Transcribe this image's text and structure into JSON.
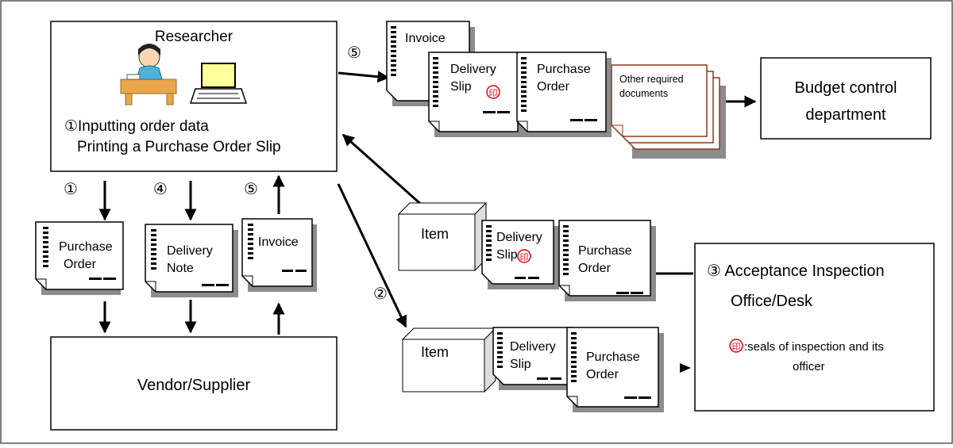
{
  "researcher": {
    "title": "Researcher",
    "step1_text": "①Inputting order data",
    "step1_text2": "Printing a Purchase Order Slip"
  },
  "vendor": {
    "label": "Vendor/Supplier"
  },
  "budget": {
    "line1": "Budget control",
    "line2": "department"
  },
  "acceptance": {
    "line1": "③  Acceptance Inspection",
    "line2": "Office/Desk",
    "seal_note_1": ":seals of inspection and its",
    "seal_note_2": "officer"
  },
  "step_numbers": {
    "one": "①",
    "two": "②",
    "four": "④",
    "five": "⑤"
  },
  "docs": {
    "purchase_order_1": "Purchase",
    "purchase_order_2": "Order",
    "delivery_note_1": "Delivery",
    "delivery_note_2": "Note",
    "delivery_slip_1": "Delivery",
    "delivery_slip_2": "Slip",
    "invoice": "Invoice",
    "other_docs_1": "Other required",
    "other_docs_2": "documents"
  },
  "item_label": "Item",
  "seal_char": "印",
  "colors": {
    "seal_red": "#e60012",
    "other_docs_border": "#8a3a1a",
    "shadow": "#8c8c8c"
  }
}
